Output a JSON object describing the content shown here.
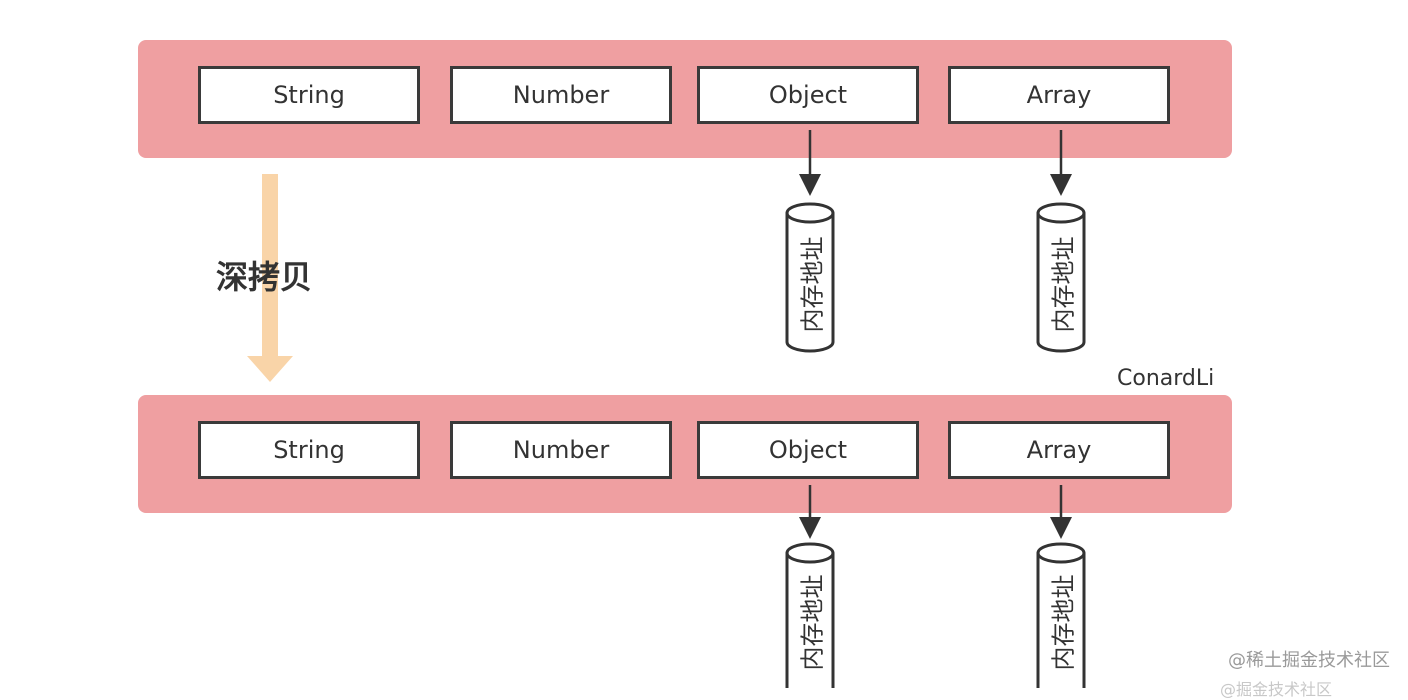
{
  "top_row": {
    "cells": [
      "String",
      "Number",
      "Object",
      "Array"
    ],
    "memory_labels": [
      "内存地址",
      "内存地址"
    ]
  },
  "bottom_row": {
    "cells": [
      "String",
      "Number",
      "Object",
      "Array"
    ],
    "memory_labels": [
      "内存地址",
      "内存地址"
    ]
  },
  "operation_label": "深拷贝",
  "credit": "ConardLi",
  "watermark": "@稀土掘金技术社区",
  "watermark_cut": "@掘金技术社区",
  "colors": {
    "band": "#ef9fa1",
    "arrow": "#f9d4a8",
    "cell_border": "#3a3a3a",
    "text": "#333333"
  }
}
